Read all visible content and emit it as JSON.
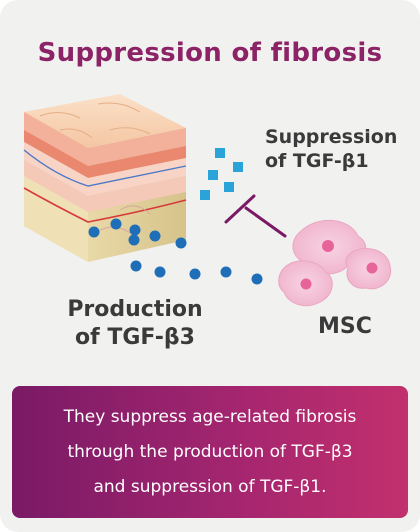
{
  "title": "Suppression of fibrosis",
  "labels": {
    "suppression_line1": "Suppression",
    "suppression_line2": "of TGF-β1",
    "production_line1": "Production",
    "production_line2": "of TGF-β3",
    "msc": "MSC"
  },
  "description": {
    "line1": "They suppress age-related fibrosis",
    "line2": "through the production of TGF-β3",
    "line3": "and suppression of TGF-β1."
  },
  "colors": {
    "title": "#8b2366",
    "dots": "#1f6fb8",
    "squares": "#2aa3d8",
    "inhibit_line": "#7a1a66",
    "cells": "#f2bcd3",
    "panel_start": "#7a1a66",
    "panel_end": "#c2306e"
  }
}
